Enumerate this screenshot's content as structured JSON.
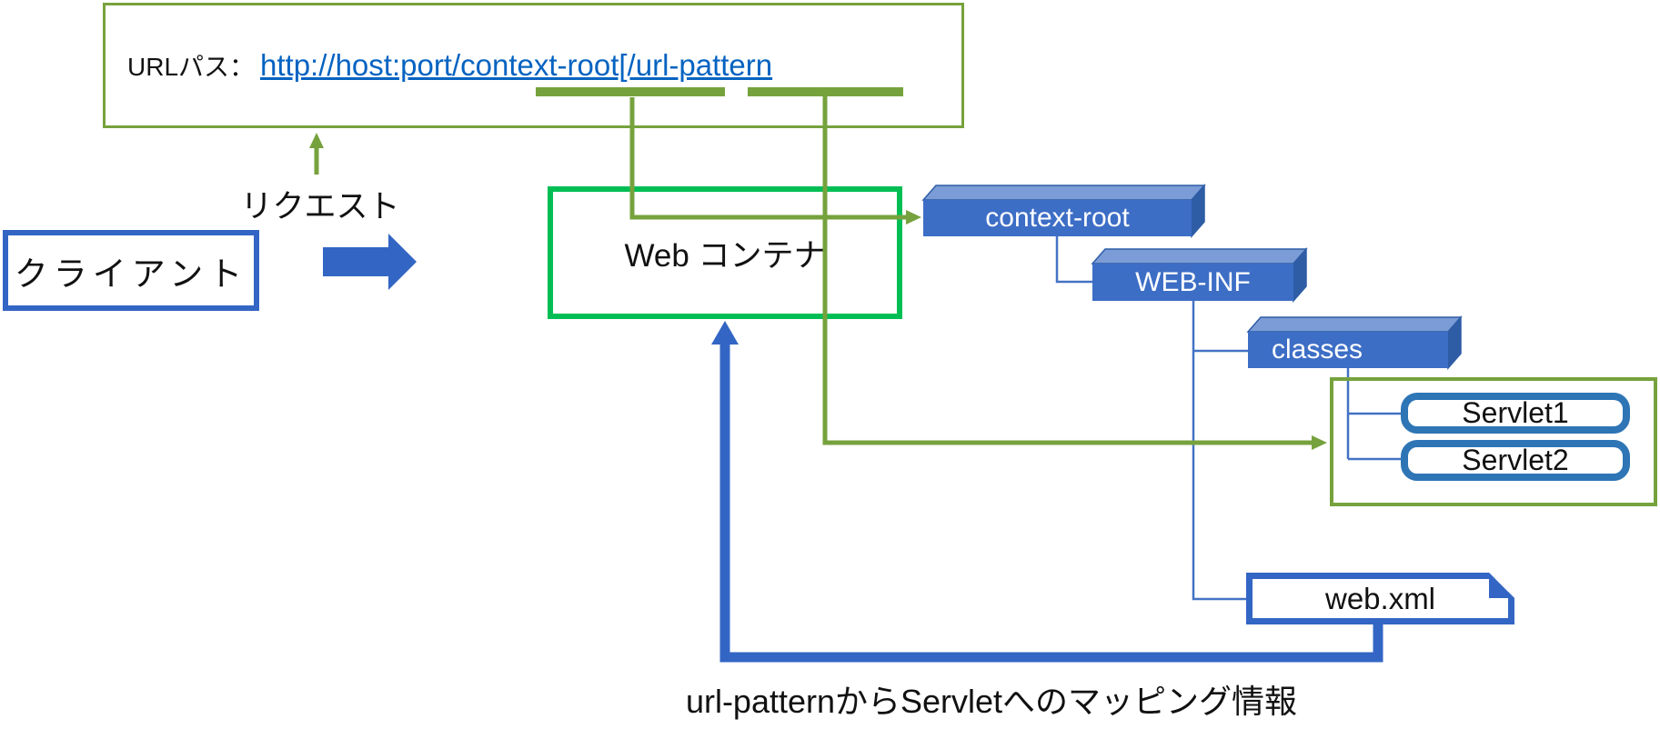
{
  "url_box": {
    "label": "URLパス：",
    "link": "http://host:port/context-root[/url-pattern"
  },
  "labels": {
    "request": "リクエスト",
    "client": "クライアント",
    "web_container": "Web コンテナ",
    "caption": "url-patternからServletへのマッピング情報"
  },
  "tree": {
    "context_root": "context-root",
    "web_inf": "WEB-INF",
    "classes": "classes",
    "servlet1": "Servlet1",
    "servlet2": "Servlet2",
    "web_xml": "web.xml"
  },
  "colors": {
    "olive_green": "#76A23D",
    "bright_green": "#00BE54",
    "primary_blue": "#3366C4",
    "link_blue": "#0563C1",
    "box_front_blue": "#3D6EC6",
    "box_top_blue": "#7B9CD6",
    "box_side_blue": "#2E5DA6",
    "servlet_border_blue": "#2E75B6",
    "connector_blue": "#4472C4"
  }
}
